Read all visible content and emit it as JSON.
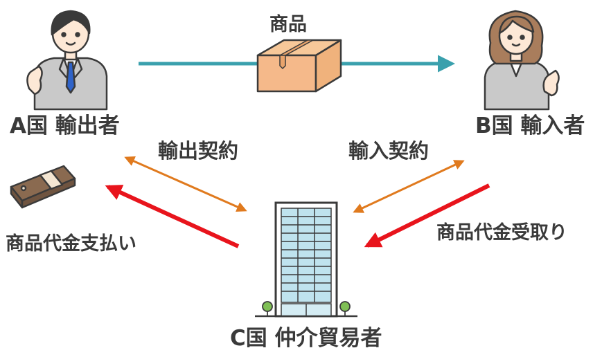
{
  "goods_label": "商品",
  "nodes": {
    "exporter": {
      "label": "A国 輸出者"
    },
    "importer": {
      "label": "B国 輸入者"
    },
    "intermediary": {
      "label": "C国 仲介貿易者"
    }
  },
  "contracts": {
    "export_contract": "輸出契約",
    "import_contract": "輸入契約"
  },
  "payments": {
    "pay_goods": "商品代金支払い",
    "receive_goods": "商品代金受取り"
  },
  "colors": {
    "goods_flow": "#3aa0ad",
    "contract_arrow": "#e07a1e",
    "money_arrow": "#e8141c",
    "text": "#3a3a3a"
  }
}
